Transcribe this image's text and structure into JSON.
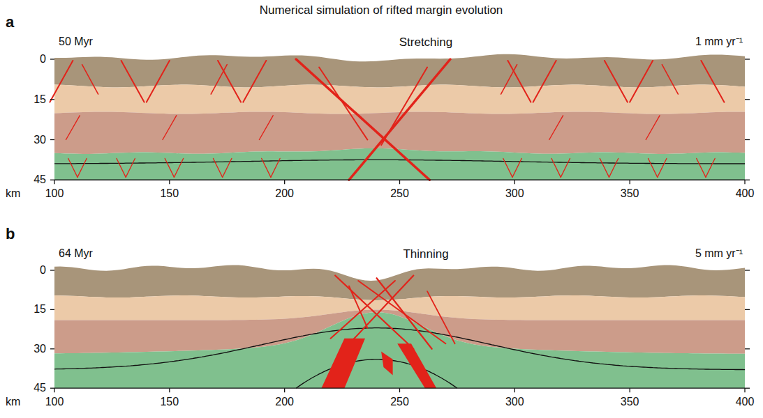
{
  "diagram": {
    "title": "Numerical simulation of rifted margin evolution",
    "labels": [
      "a",
      "50 Myr",
      "Stretching",
      "1 mm yr⁻¹",
      "0",
      "15",
      "30",
      "45",
      "km",
      "100",
      "150",
      "200",
      "250",
      "300",
      "350",
      "400",
      "b",
      "64 Myr",
      "Thinning",
      "5 mm yr⁻¹",
      "0",
      "15",
      "30",
      "45",
      "km",
      "100",
      "150",
      "200",
      "250",
      "300",
      "350",
      "400"
    ]
  }
}
